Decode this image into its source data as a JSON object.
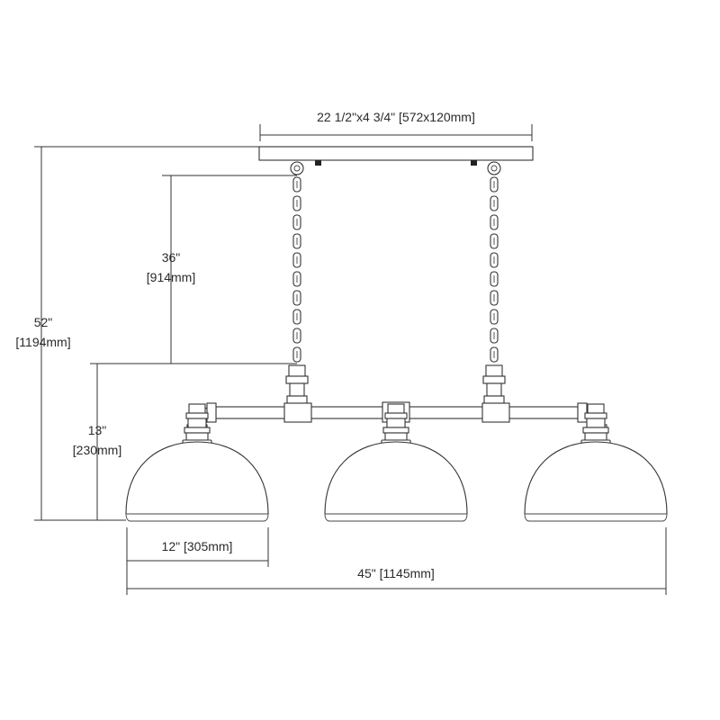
{
  "dimensions": {
    "canopy": "22 1/2\"x4 3/4\" [572x120mm]",
    "chain_length_in": "36\"",
    "chain_length_mm": "[914mm]",
    "overall_height_in": "52\"",
    "overall_height_mm": "[1194mm]",
    "shade_height_in": "13\"",
    "shade_height_mm": "[230mm]",
    "shade_width": "12\" [305mm]",
    "overall_width": "45\" [1145mm]"
  }
}
